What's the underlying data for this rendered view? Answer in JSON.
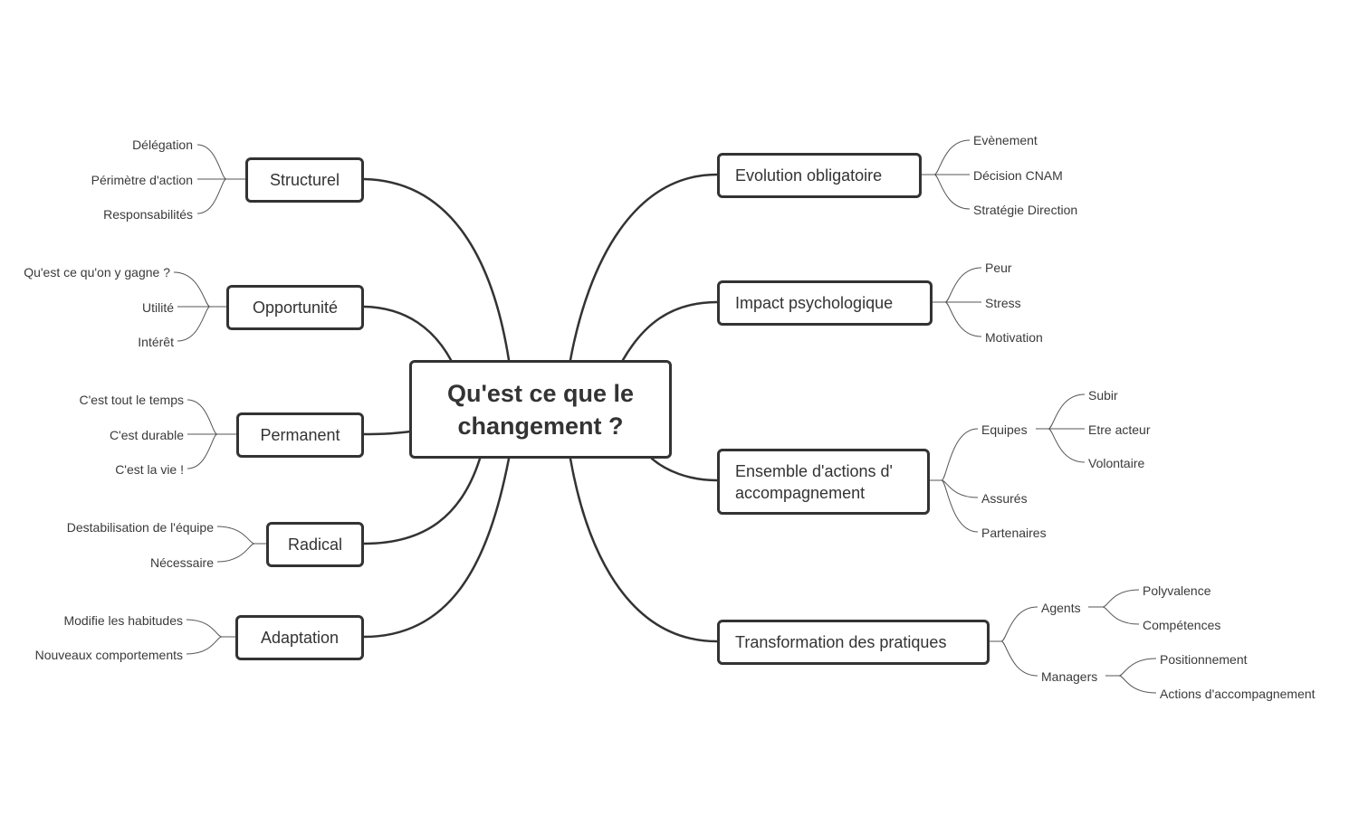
{
  "root": {
    "label": "Qu'est ce que le changement ?"
  },
  "left_topics": [
    {
      "label": "Structurel",
      "children": [
        "Délégation",
        "Périmètre d'action",
        "Responsabilités"
      ]
    },
    {
      "label": "Opportunité",
      "children": [
        "Qu'est ce qu'on y gagne ?",
        "Utilité",
        "Intérêt"
      ]
    },
    {
      "label": "Permanent",
      "children": [
        "C'est tout le temps",
        "C'est durable",
        "C'est la vie !"
      ]
    },
    {
      "label": "Radical",
      "children": [
        "Destabilisation de l'équipe",
        "Nécessaire"
      ]
    },
    {
      "label": "Adaptation",
      "children": [
        "Modifie les habitudes",
        "Nouveaux comportements"
      ]
    }
  ],
  "right_topics": [
    {
      "label": "Evolution obligatoire",
      "children": [
        {
          "label": "Evènement"
        },
        {
          "label": "Décision CNAM"
        },
        {
          "label": "Stratégie Direction"
        }
      ]
    },
    {
      "label": "Impact psychologique",
      "children": [
        {
          "label": "Peur"
        },
        {
          "label": "Stress"
        },
        {
          "label": "Motivation"
        }
      ]
    },
    {
      "label": "Ensemble d'actions d' accompagnement",
      "children": [
        {
          "label": "Equipes",
          "children": [
            "Subir",
            "Etre acteur",
            "Volontaire"
          ]
        },
        {
          "label": "Assurés"
        },
        {
          "label": "Partenaires"
        }
      ]
    },
    {
      "label": "Transformation des pratiques",
      "children": [
        {
          "label": "Agents",
          "children": [
            "Polyvalence",
            "Compétences"
          ]
        },
        {
          "label": "Managers",
          "children": [
            "Positionnement",
            "Actions d'accompagnement"
          ]
        }
      ]
    }
  ],
  "colors": {
    "line": "#333333",
    "text": "#333333",
    "background": "#ffffff"
  }
}
